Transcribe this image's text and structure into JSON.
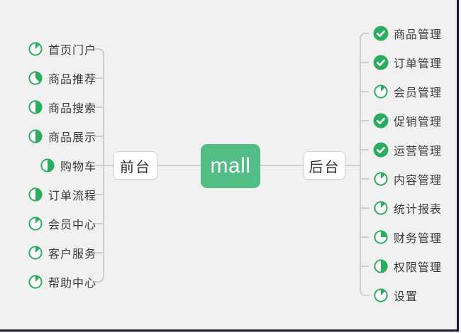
{
  "app": {
    "background": "#f1f1f2",
    "icon_green": "#2bad5f",
    "center_green": "#52be86",
    "line_gray": "#c6c6c6",
    "edge_dark": "#171a33"
  },
  "center": {
    "label": "mall"
  },
  "left_branch": {
    "label": "前台",
    "items": [
      {
        "label": "首页门户",
        "icon": "progress-pie",
        "progress": 0.125
      },
      {
        "label": "商品推荐",
        "icon": "progress-pie",
        "progress": 0.375
      },
      {
        "label": "商品搜索",
        "icon": "progress-pie",
        "progress": 0.5
      },
      {
        "label": "商品展示",
        "icon": "progress-pie",
        "progress": 0.5
      },
      {
        "label": "购物车",
        "icon": "progress-pie",
        "progress": 0.5
      },
      {
        "label": "订单流程",
        "icon": "progress-pie",
        "progress": 0.5
      },
      {
        "label": "会员中心",
        "icon": "progress-pie",
        "progress": 0.125
      },
      {
        "label": "客户服务",
        "icon": "progress-pie",
        "progress": 0.125
      },
      {
        "label": "帮助中心",
        "icon": "progress-pie",
        "progress": 0.125
      }
    ]
  },
  "right_branch": {
    "label": "后台",
    "items": [
      {
        "label": "商品管理",
        "icon": "check",
        "progress": 1
      },
      {
        "label": "订单管理",
        "icon": "check",
        "progress": 1
      },
      {
        "label": "会员管理",
        "icon": "progress-pie",
        "progress": 0.125
      },
      {
        "label": "促销管理",
        "icon": "check",
        "progress": 1
      },
      {
        "label": "运营管理",
        "icon": "check",
        "progress": 1
      },
      {
        "label": "内容管理",
        "icon": "progress-pie",
        "progress": 0.125
      },
      {
        "label": "统计报表",
        "icon": "progress-pie",
        "progress": 0.125
      },
      {
        "label": "财务管理",
        "icon": "progress-pie",
        "progress": 0.25
      },
      {
        "label": "权限管理",
        "icon": "progress-pie",
        "progress": 0.5
      },
      {
        "label": "设置",
        "icon": "progress-pie",
        "progress": 0.125
      }
    ]
  }
}
